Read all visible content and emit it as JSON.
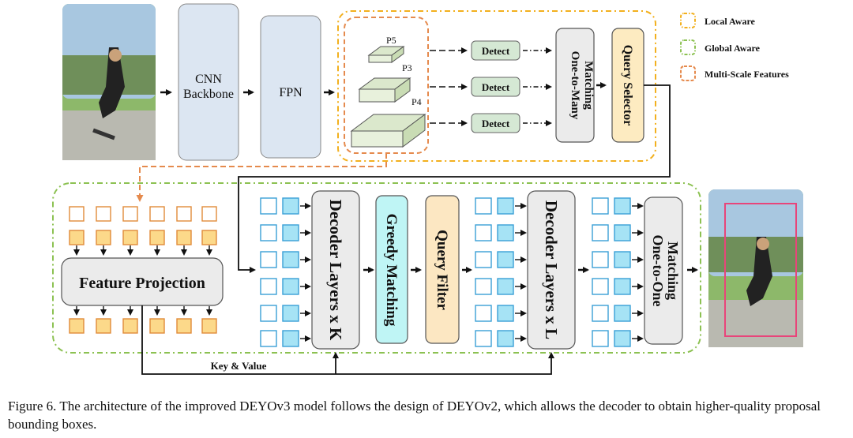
{
  "legend": [
    {
      "label": "Local Aware",
      "color": "#f2b01e"
    },
    {
      "label": "Global  Aware",
      "color": "#8cc152"
    },
    {
      "label": "Multi-Scale Features",
      "color": "#e58a4d"
    }
  ],
  "top": {
    "cnn_line1": "CNN",
    "cnn_line2": "Backbone",
    "fpn": "FPN",
    "p5": "P5",
    "p3": "P3",
    "p4": "P4",
    "detect": "Detect",
    "one_to_many_line1": "One-to-Many",
    "one_to_many_line2": "Matching",
    "query_selector": "Query Selector"
  },
  "bottom": {
    "feature_projection": "Feature Projection",
    "decoder_k": "Decoder Layers x K",
    "greedy_matching": "Greedy Matching",
    "query_filter": "Query Filter",
    "decoder_l": "Decoder Layers x L",
    "one_to_one_line1": "One-to-One",
    "one_to_one_line2": "Matching",
    "key_value": "Key & Value"
  },
  "colors": {
    "backbone_fill": "#dce6f2",
    "detect_fill": "#d5e8d4",
    "query_selector_fill": "#fdebc1",
    "greedy_fill": "#bff5f5",
    "query_filter_fill": "#fce7c2",
    "gray_fill": "#ebebeb",
    "token_orange": "#fcd98a",
    "token_orange_stroke": "#e08b3a",
    "token_blue": "#a6e3f5",
    "token_blue_stroke": "#3aa0d6"
  },
  "caption": "Figure 6. The architecture of the improved DEYOv3 model follows the design of DEYOv2, which allows the decoder to obtain higher-quality proposal bounding boxes."
}
